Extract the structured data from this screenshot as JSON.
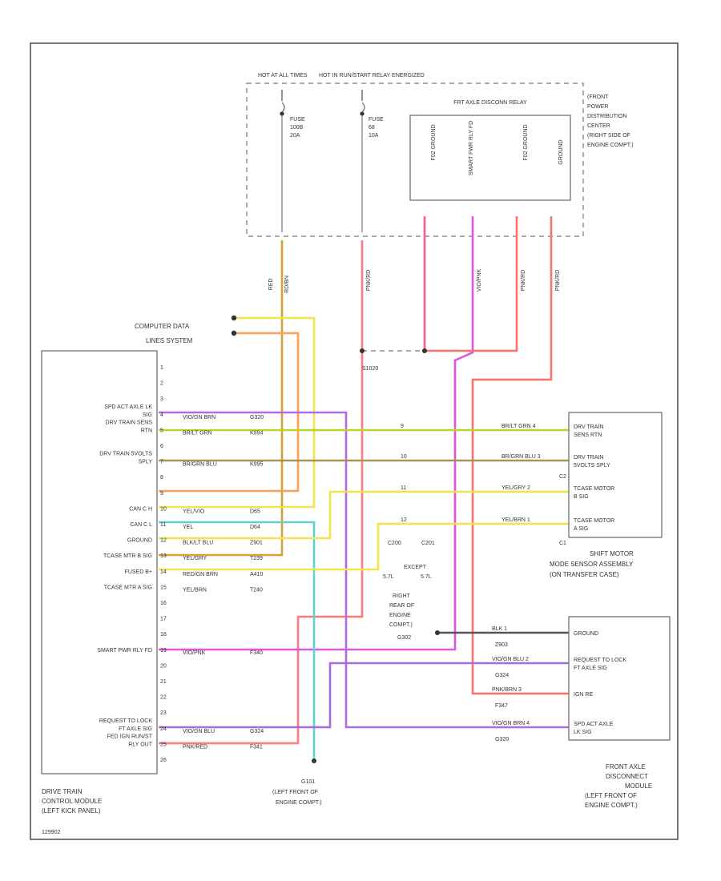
{
  "colors": {
    "border": "#555555",
    "red": "#ff6f6f",
    "pink": "#ff4fb0",
    "magenta": "#e055e0",
    "yellow": "#f4e44a",
    "orange": "#ffa055",
    "green": "#b8d62a",
    "brown": "#a08a4a",
    "cyan": "#60d0d0",
    "purple": "#a86adf",
    "dark_red": "#dd3344",
    "gray": "#888888",
    "dark": "#333333"
  },
  "pdc": {
    "hot_at_all_times": "HOT AT ALL TIMES",
    "hot_in_run": "HOT IN RUN/START RELAY ENERGIZED",
    "fuse1_label": "FUSE",
    "fuse1_num": "100B",
    "fuse1_amp": "20A",
    "fuse2_label": "FUSE",
    "fuse2_num": "68",
    "fuse2_amp": "10A",
    "relay_title": "FRT AXLE DISCONN RELAY",
    "relay_pins": [
      "F02 GROUND",
      "SMART FWR RLY FD",
      "F02 GROUND",
      "GROUND"
    ],
    "location": [
      "(FRONT",
      "POWER",
      "DISTRIBUTION",
      "CENTER",
      "(RIGHT SIDE OF",
      "ENGINE COMPT.)"
    ]
  },
  "wire_labels_top": [
    "RED",
    "RD/BN",
    "PNK/RD",
    "VIO/PNK",
    "PNK/RD",
    "PNK/RD"
  ],
  "splice": {
    "label": "S1020",
    "ground_g101": [
      "G101",
      "(LEFT FRONT OF",
      "ENGINE COMPT.)"
    ],
    "ground_g302": [
      "RIGHT",
      "REAR OF",
      "ENGINE",
      "COMPT.)",
      "G302"
    ],
    "except": "EXCEPT",
    "engines": [
      "5.7L",
      "5.7L"
    ],
    "conn_labels": [
      "C200",
      "C201"
    ]
  },
  "cdl": {
    "line1": "COMPUTER DATA",
    "line2": "LINES SYSTEM"
  },
  "dtcm": {
    "pin_rows": [
      {
        "pin": "1",
        "label": ""
      },
      {
        "pin": "2",
        "label": ""
      },
      {
        "pin": "3",
        "label": ""
      },
      {
        "pin": "4",
        "label": "SPD ACT AXLE LK SIG",
        "wire": "VIO/GN BRN",
        "circuit": "G320"
      },
      {
        "pin": "5",
        "label": "DRV TRAIN SENS RTN",
        "wire": "BR/LT GRN",
        "circuit": "K994"
      },
      {
        "pin": "6",
        "label": ""
      },
      {
        "pin": "7",
        "label": "DRV TRAIN 5VOLTS SPLY",
        "wire": "BR/GRN BLU",
        "circuit": "K995"
      },
      {
        "pin": "8",
        "label": ""
      },
      {
        "pin": "9",
        "label": ""
      },
      {
        "pin": "10",
        "label": "CAN C H",
        "wire": "YEL/VIO",
        "circuit": "D65"
      },
      {
        "pin": "11",
        "label": "CAN C L",
        "wire": "YEL",
        "circuit": "D64"
      },
      {
        "pin": "12",
        "label": "GROUND",
        "wire": "BLK/LT BLU",
        "circuit": "Z901"
      },
      {
        "pin": "13",
        "label": "TCASE MTR B SIG",
        "wire": "YEL/GRY",
        "circuit": "T239"
      },
      {
        "pin": "14",
        "label": "FUSED B+",
        "wire": "RED/GN BRN",
        "circuit": "A410"
      },
      {
        "pin": "15",
        "label": "TCASE MTR A SIG",
        "wire": "YEL/BRN",
        "circuit": "T240"
      },
      {
        "pin": "16",
        "label": ""
      },
      {
        "pin": "17",
        "label": ""
      },
      {
        "pin": "18",
        "label": ""
      },
      {
        "pin": "19",
        "label": "SMART PWR RLY FD",
        "wire": "VIO/PNK",
        "circuit": "F340"
      },
      {
        "pin": "20",
        "label": ""
      },
      {
        "pin": "21",
        "label": ""
      },
      {
        "pin": "22",
        "label": ""
      },
      {
        "pin": "23",
        "label": ""
      },
      {
        "pin": "24",
        "label": "REQUEST TO LOCK FT AXLE SIG",
        "wire": "VIO/GN BLU",
        "circuit": "G324"
      },
      {
        "pin": "25",
        "label": "FED IGN RUN/ST RLY OUT",
        "wire": "PNK/RED",
        "circuit": "F341"
      },
      {
        "pin": "26",
        "label": ""
      }
    ],
    "caption": [
      "DRIVE TRAIN",
      "CONTROL MODULE",
      "(LEFT KICK PANEL)"
    ]
  },
  "shift_motor": {
    "pins": [
      {
        "label": "DRV TRAIN SENS RTN",
        "wire": "BR/LT GRN",
        "pin": "4"
      },
      {
        "label": "DRV TRAIN 5VOLTS SPLY",
        "wire": "BR/GRN BLU",
        "pin": "3"
      },
      {
        "label": "TCASE MOTOR B SIG",
        "wire": "YEL/GRY",
        "pin": "2"
      },
      {
        "label": "TCASE MOTOR A SIG",
        "wire": "YEL/BRN",
        "pin": "1"
      }
    ],
    "conn_c2": "C2",
    "conn_c1": "C1",
    "caption": [
      "SHIFT MOTOR",
      "MODE SENSOR ASSEMBLY",
      "(ON TRANSFER CASE)"
    ],
    "inline_pins": [
      "9",
      "10",
      "11",
      "12"
    ]
  },
  "fadm": {
    "pins": [
      {
        "label": "GROUND",
        "wire": "BLK",
        "pin": "1",
        "circuit": "Z903"
      },
      {
        "label": "REQUEST TO LOCK FT AXLE SIG",
        "wire": "VIO/GN BLU",
        "pin": "2",
        "circuit": "G324"
      },
      {
        "label": "IGN RE",
        "wire": "PNK/BRN",
        "pin": "3",
        "circuit": "F347"
      },
      {
        "label": "SPD ACT AXLE LK SIG",
        "wire": "VIO/GN BRN",
        "pin": "4",
        "circuit": "G320"
      }
    ],
    "caption": [
      "FRONT AXLE",
      "DISCONNECT",
      "MODULE",
      "(LEFT FRONT OF",
      "ENGINE COMPT.)"
    ]
  },
  "footer_code": "129902"
}
